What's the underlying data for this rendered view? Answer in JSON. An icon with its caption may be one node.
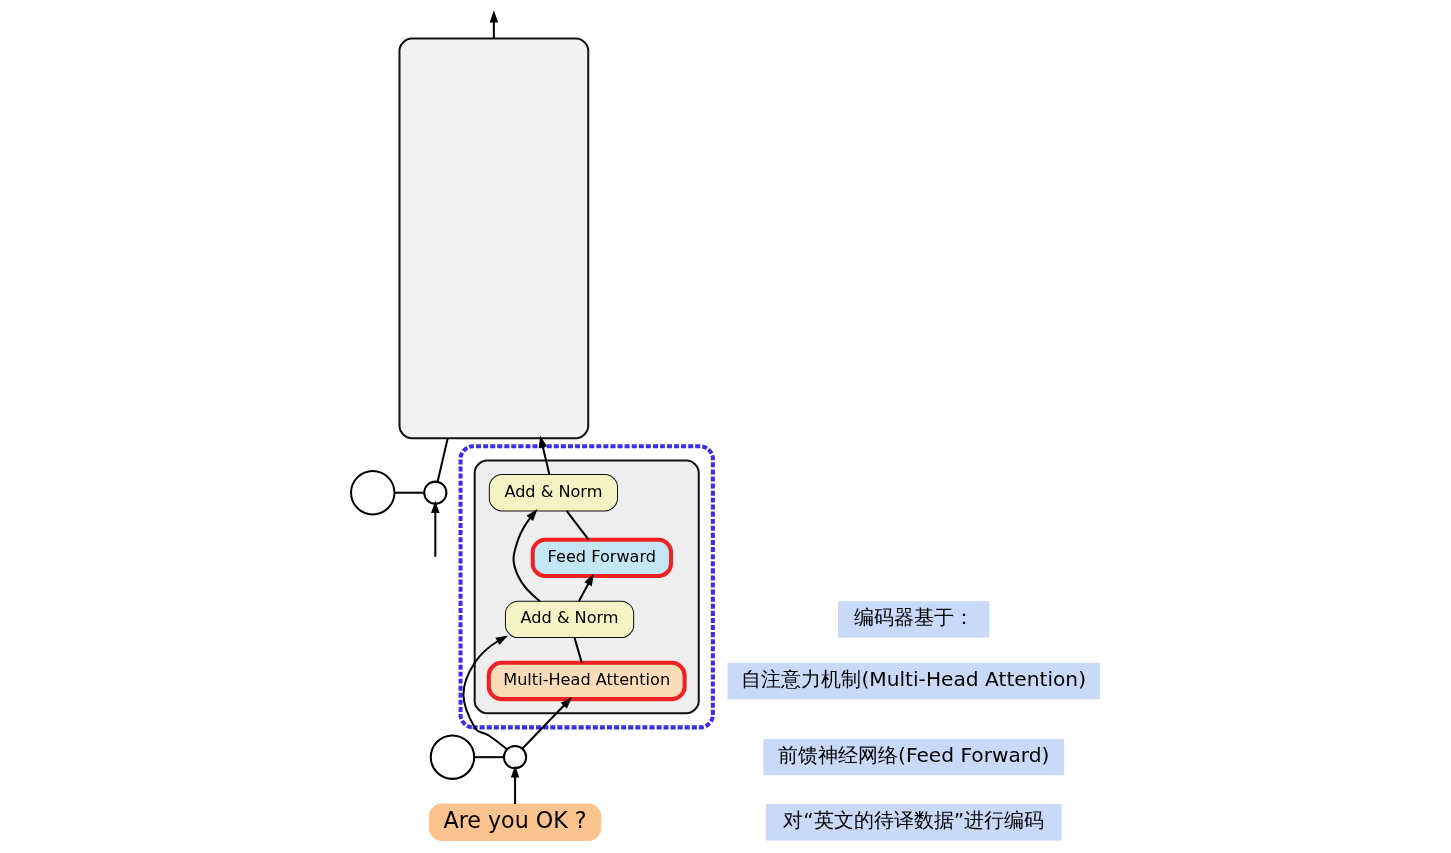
{
  "diagram": {
    "nodes": [
      {
        "text": [],
        "shape": "box"
      },
      {
        "text": [],
        "shape": "box",
        "in": 0
      },
      {
        "text": [
          "Add & Norm"
        ],
        "in": 1
      },
      {
        "text": [
          "Feed Forward"
        ],
        "in": 1
      },
      {
        "text": [
          "Add & Norm"
        ],
        "in": 1
      },
      {
        "text": [
          "Multi-Head Attention"
        ],
        "in": 1
      },
      {
        "text": [],
        "shape": "box"
      },
      {
        "text": [],
        "shape": "circle"
      },
      {
        "text": [],
        "shape": "circle"
      },
      {
        "text": [
          "Are you OK ?"
        ]
      },
      {
        "text": [],
        "shape": "circle"
      },
      {
        "text": [],
        "shape": "circle"
      }
    ],
    "edges": [
      {
        "from": 9,
        "to": 8,
        "arrow": "to"
      },
      {
        "from": 7,
        "to": 8,
        "arrow": "none"
      },
      {
        "from": 8,
        "to": 5,
        "arrow": "to"
      },
      {
        "from": 8,
        "to": 4,
        "arrow": "to"
      },
      {
        "from": 5,
        "to": 4,
        "arrow": "none"
      },
      {
        "from": 4,
        "to": 3,
        "arrow": "to"
      },
      {
        "from": 4,
        "to": 2,
        "arrow": "to"
      },
      {
        "from": 3,
        "to": 2,
        "arrow": "none"
      },
      {
        "from": 2,
        "to": 6,
        "arrow": "to"
      },
      {
        "from": null,
        "to": 10,
        "arrow": "to"
      },
      {
        "from": 11,
        "to": 10,
        "arrow": "none"
      },
      {
        "from": 10,
        "to": 6,
        "arrow": "none"
      },
      {
        "from": 6,
        "to": null,
        "arrow": "to"
      }
    ],
    "labels": [
      "编码器基于：",
      "自注意力机制(Multi-Head Attention)",
      "前馈神经网络(Feed Forward)",
      "对“英文的待译数据”进行编码"
    ]
  }
}
